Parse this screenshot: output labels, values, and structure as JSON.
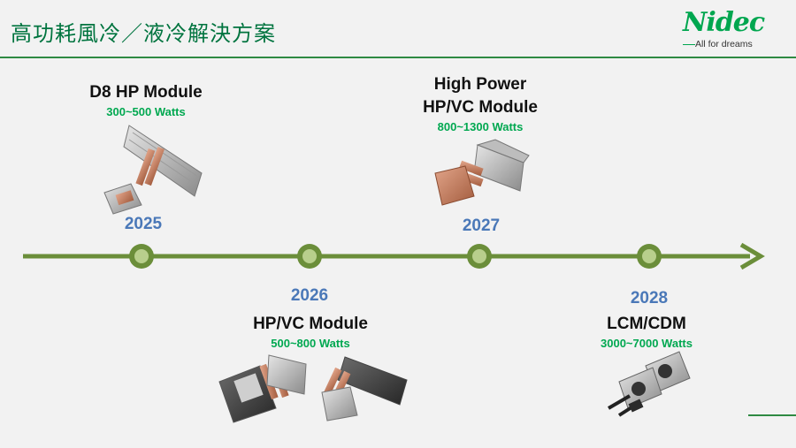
{
  "header": {
    "title": "高功耗風冷／液冷解決方案"
  },
  "logo": {
    "brand": "Nidec",
    "tagline": "All for dreams"
  },
  "timeline": {
    "milestones": [
      {
        "year": "2025",
        "name_lines": [
          "D8 HP Module"
        ],
        "watts": "300~500 Watts",
        "product_icon": "d8-hp-module-heatsink"
      },
      {
        "year": "2026",
        "name_lines": [
          "HP/VC Module"
        ],
        "watts": "500~800 Watts",
        "product_icon": "hp-vc-module-heatsinks"
      },
      {
        "year": "2027",
        "name_lines": [
          "High Power",
          "HP/VC Module"
        ],
        "watts": "800~1300 Watts",
        "product_icon": "high-power-hp-vc-module"
      },
      {
        "year": "2028",
        "name_lines": [
          "LCM/CDM"
        ],
        "watts": "3000~7000 Watts",
        "product_icon": "lcm-cdm-cold-plates"
      }
    ]
  },
  "colors": {
    "title": "#00743f",
    "arrow": "#6b8e3a",
    "year": "#4a78b8",
    "watts": "#00a850",
    "brand": "#00a64f"
  }
}
